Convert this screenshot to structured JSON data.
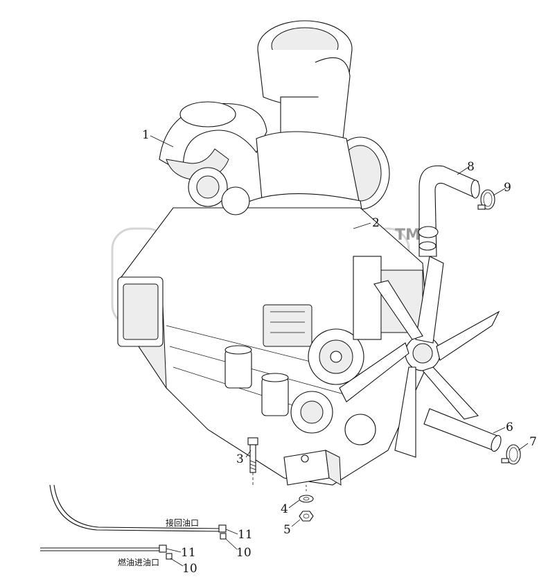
{
  "callouts": [
    {
      "id": "1",
      "label": "1"
    },
    {
      "id": "2",
      "label": "2"
    },
    {
      "id": "3",
      "label": "3"
    },
    {
      "id": "4",
      "label": "4"
    },
    {
      "id": "5",
      "label": "5"
    },
    {
      "id": "6",
      "label": "6"
    },
    {
      "id": "7",
      "label": "7"
    },
    {
      "id": "8",
      "label": "8"
    },
    {
      "id": "9",
      "label": "9"
    },
    {
      "id": "10a",
      "label": "10"
    },
    {
      "id": "10b",
      "label": "10"
    },
    {
      "id": "11a",
      "label": "11"
    },
    {
      "id": "11b",
      "label": "11"
    }
  ],
  "pipe_labels": {
    "return_port": "接回油口",
    "fuel_inlet": "燃油进油口"
  },
  "watermark": {
    "trademark": "TM"
  }
}
